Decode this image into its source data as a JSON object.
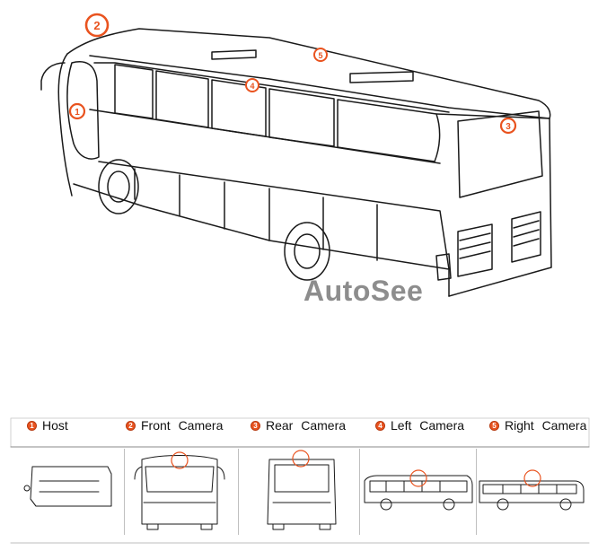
{
  "watermark": "AutoSee",
  "callouts": [
    {
      "id": "callout-1",
      "number": "1"
    },
    {
      "id": "callout-2",
      "number": "2"
    },
    {
      "id": "callout-3",
      "number": "3"
    },
    {
      "id": "callout-4",
      "number": "4"
    },
    {
      "id": "callout-5",
      "number": "5"
    }
  ],
  "legend": [
    {
      "number": "1",
      "label": "Host"
    },
    {
      "number": "2",
      "label": "Front Camera"
    },
    {
      "number": "3",
      "label": "Rear Camera"
    },
    {
      "number": "4",
      "label": "Left Camera"
    },
    {
      "number": "5",
      "label": "Right Camera"
    }
  ],
  "colors": {
    "accent": "#e9531f",
    "line": "#1a1a1a",
    "watermark": "#8d8d8d"
  }
}
